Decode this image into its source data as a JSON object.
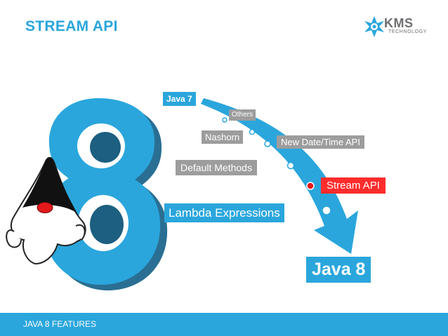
{
  "slide": {
    "title": "STREAM API",
    "logo": {
      "brand": "KMS",
      "tagline": "TECHNOLOGY"
    },
    "timeline": {
      "start": "Java 7",
      "features": [
        "Others",
        "Nashorn",
        "New Date/Time API",
        "Default Methods",
        "Stream API",
        "Lambda Expressions"
      ],
      "end": "Java 8",
      "highlighted": "Stream API"
    },
    "footer": "JAVA 8 FEATURES",
    "colors": {
      "accent": "#2aa6dc",
      "highlight": "#ff2c2c",
      "label_gray": "#9d9d9d",
      "logo_gray": "#6d6e71"
    },
    "icons": [
      "kms-logo-icon",
      "duke-mascot-icon",
      "big-eight-icon",
      "timeline-arrow-icon"
    ]
  }
}
